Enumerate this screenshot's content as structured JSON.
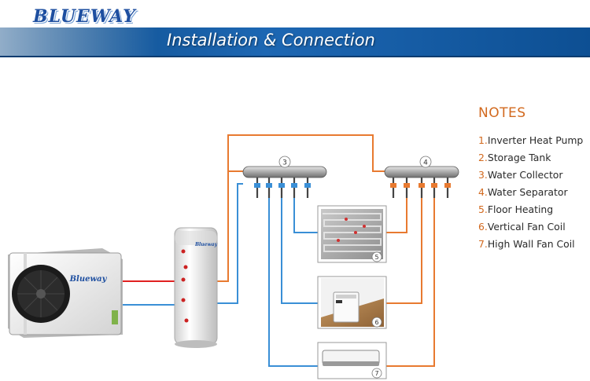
{
  "brand": {
    "logo_text": "BLUEWAY"
  },
  "header": {
    "title": "Installation & Connection"
  },
  "colors": {
    "hot_pipe": "#e87a30",
    "cold_pipe": "#3a8fd6",
    "supply_red": "#e02020",
    "banner": "#1d67b3",
    "notes_accent": "#d2691e"
  },
  "notes": {
    "heading": "NOTES",
    "items": [
      {
        "number": "1.",
        "label": "Inverter Heat Pump"
      },
      {
        "number": "2.",
        "label": "Storage Tank"
      },
      {
        "number": "3.",
        "label": "Water Collector"
      },
      {
        "number": "4.",
        "label": "Water Separator"
      },
      {
        "number": "5.",
        "label": "Floor Heating"
      },
      {
        "number": "6.",
        "label": "Vertical Fan Coil"
      },
      {
        "number": "7.",
        "label": "High Wall Fan Coil"
      }
    ]
  },
  "diagram": {
    "components": [
      {
        "id": "heat-pump",
        "icon": "heat-pump-unit-icon",
        "brand_text": "Blueway"
      },
      {
        "id": "storage-tank",
        "icon": "storage-tank-icon",
        "brand_text": "Blueway"
      },
      {
        "id": "water-collector",
        "marker": "3"
      },
      {
        "id": "water-separator",
        "marker": "4"
      },
      {
        "id": "floor-heating",
        "icon": "floor-heating-icon",
        "marker": "5"
      },
      {
        "id": "vertical-fan-coil",
        "icon": "vertical-fan-coil-icon",
        "marker": "6"
      },
      {
        "id": "high-wall-fan-coil",
        "icon": "wall-fan-coil-icon",
        "marker": "7"
      }
    ]
  }
}
